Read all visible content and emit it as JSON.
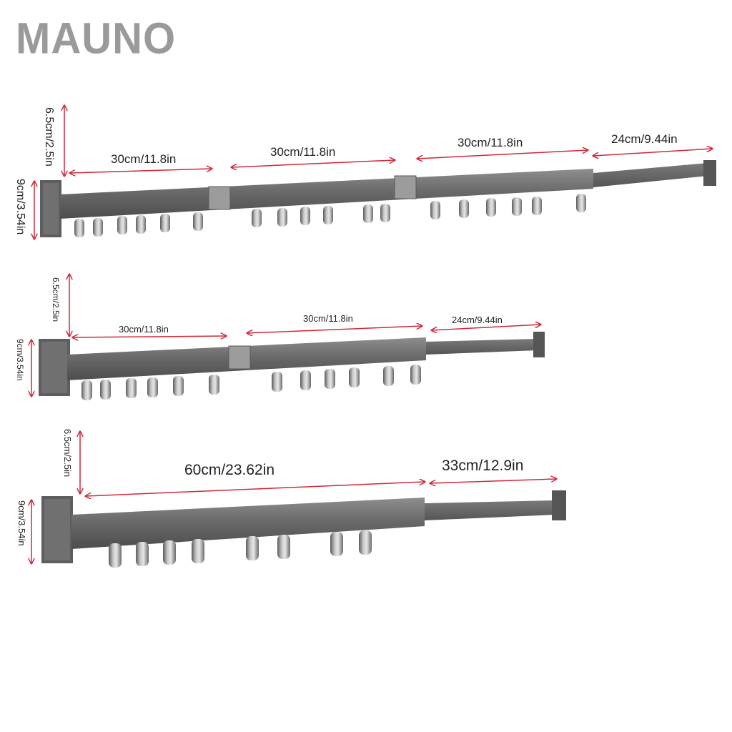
{
  "brand": {
    "name": "MAUNO"
  },
  "rack_long": {
    "height_label": "6.5cm/2.5in",
    "depth_label": "9cm/3.54in",
    "segments": [
      "30cm/11.8in",
      "30cm/11.8in",
      "30cm/11.8in",
      "24cm/9.44in"
    ]
  },
  "rack_medium": {
    "height_label": "6.5cm/2.5in",
    "depth_label": "9cm/3.54in",
    "segments": [
      "30cm/11.8in",
      "30cm/11.8in",
      "24cm/9.44in"
    ]
  },
  "rack_short": {
    "height_label": "6.5cm/2.5in",
    "depth_label": "9cm/3.54in",
    "segments": [
      "60cm/23.62in",
      "33cm/12.9in"
    ]
  },
  "colors": {
    "rack": "#6c6c6c",
    "rack_dark": "#4a4a4a",
    "rack_light": "#8a8a8a",
    "dimension_line": "#d0283a",
    "text": "#222222"
  }
}
